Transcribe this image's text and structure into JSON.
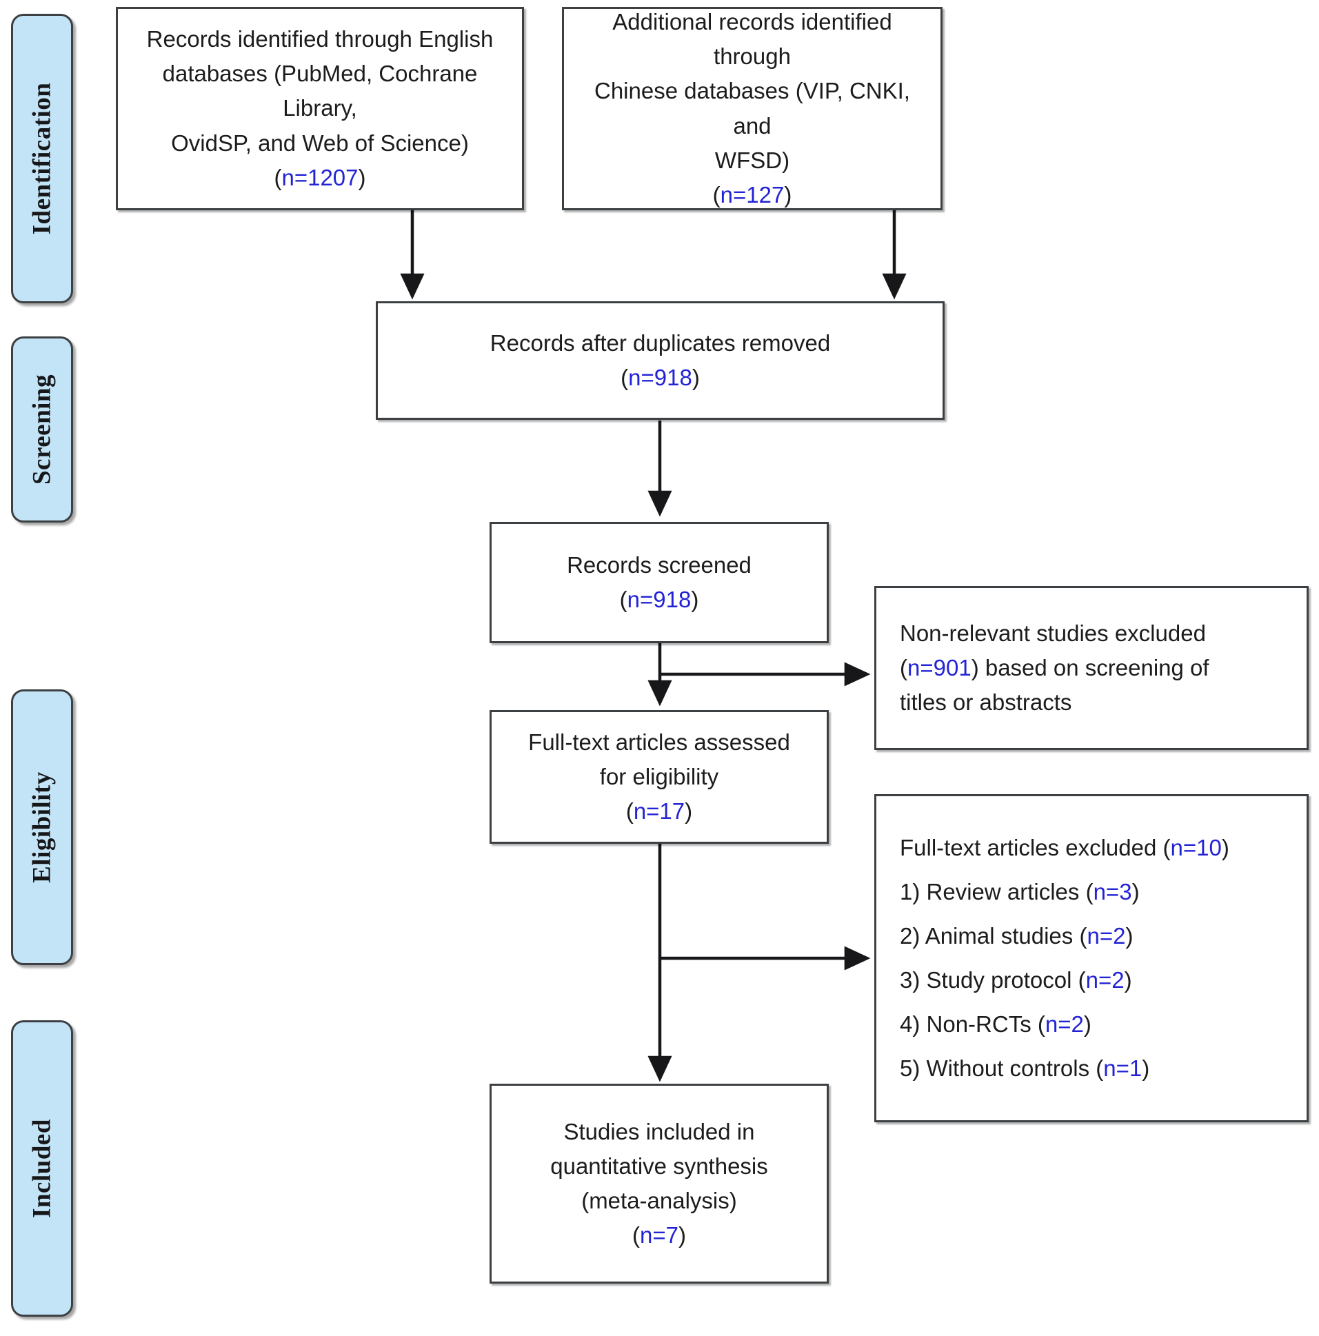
{
  "colors": {
    "stage_tab_fill": "#c3e4f7",
    "box_border": "#3c4043",
    "n_value": "#2323d6",
    "text": "#1c1c1c"
  },
  "stages": [
    {
      "label": "Identification"
    },
    {
      "label": "Screening"
    },
    {
      "label": "Eligibility"
    },
    {
      "label": "Included"
    }
  ],
  "boxes": {
    "english_records": {
      "line1": "Records identified through English",
      "line2": "databases (PubMed, Cochrane Library,",
      "line3": "OvidSP, and Web of Science)",
      "n_prefix": "(",
      "n_label": "n=1207",
      "n_suffix": ")"
    },
    "chinese_records": {
      "line1": "Additional records identified through",
      "line2": "Chinese databases (VIP, CNKI, and",
      "line3": "WFSD)",
      "n_prefix": "(",
      "n_label": "n=127",
      "n_suffix": ")"
    },
    "duplicates_removed": {
      "line1": "Records after duplicates removed",
      "n_prefix": "(",
      "n_label": "n=918",
      "n_suffix": ")"
    },
    "records_screened": {
      "line1": "Records screened",
      "n_prefix": "(",
      "n_label": "n=918",
      "n_suffix": ")"
    },
    "non_relevant_excluded": {
      "seg1": "Non-relevant studies excluded",
      "seg2_prefix": "(",
      "seg2_n": "n=901",
      "seg2_suffix": ") based on screening of",
      "seg3": "titles or abstracts"
    },
    "fulltext_assessed": {
      "line1": "Full-text articles assessed",
      "line2": "for eligibility",
      "n_prefix": "(",
      "n_label": "n=17",
      "n_suffix": ")"
    },
    "fulltext_excluded": {
      "header_text": "Full-text articles excluded ",
      "header_prefix": "(",
      "header_n": "n=10",
      "header_suffix": ")",
      "items": [
        {
          "text": "1) Review articles ",
          "prefix": "(",
          "n": "n=3",
          "suffix": ")"
        },
        {
          "text": "2) Animal studies ",
          "prefix": "(",
          "n": "n=2",
          "suffix": ")"
        },
        {
          "text": "3) Study protocol ",
          "prefix": "(",
          "n": "n=2",
          "suffix": ")"
        },
        {
          "text": "4) Non-RCTs ",
          "prefix": "(",
          "n": "n=2",
          "suffix": ")"
        },
        {
          "text": "5) Without controls ",
          "prefix": "(",
          "n": "n=1",
          "suffix": ")"
        }
      ]
    },
    "studies_included": {
      "line1": "Studies included in",
      "line2": "quantitative synthesis",
      "line3": "(meta-analysis)",
      "n_prefix": "(",
      "n_label": "n=7",
      "n_suffix": ")"
    }
  }
}
